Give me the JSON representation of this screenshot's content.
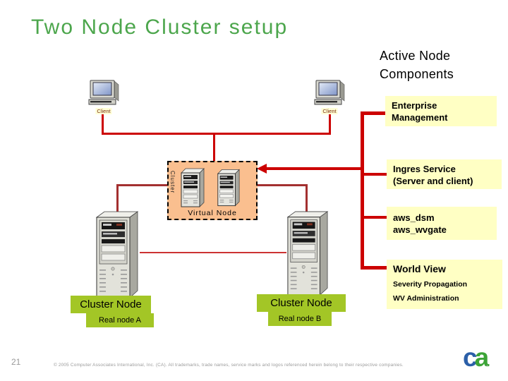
{
  "title": "Two Node Cluster setup",
  "heading": {
    "lines": [
      "Active Node",
      "Components"
    ]
  },
  "labels": {
    "enterprise": [
      "Enterprise",
      "Management"
    ],
    "ingres": [
      "Ingres Service",
      "(Server and client)"
    ],
    "aws": [
      "aws_dsm",
      "aws_wvgate"
    ],
    "worldview": {
      "title": "World View",
      "items": [
        "Severity Propagation",
        "WV Administration"
      ]
    }
  },
  "diagram": {
    "client_label": "Client",
    "virtual_node_label": "Virtual Node",
    "virtual_node_side_label": "Cluster",
    "cluster_a": {
      "title": "Cluster Node",
      "subtitle": "Real node A"
    },
    "cluster_b": {
      "title": "Cluster Node",
      "subtitle": "Real node B"
    }
  },
  "footer": {
    "page_number": "21",
    "copyright": "© 2005 Computer Associates International, Inc. (CA). All trademarks, trade names, service marks and logos referenced herein belong to their respective companies.",
    "logo_c": "c",
    "logo_a": "a"
  },
  "colors": {
    "title_green": "#4CA64C",
    "line_red": "#CC0000",
    "branch_red": "#A33030",
    "label_yellow": "#FFFFC4",
    "node_green": "#A3C626",
    "virtual_peach": "#FABF8F"
  }
}
